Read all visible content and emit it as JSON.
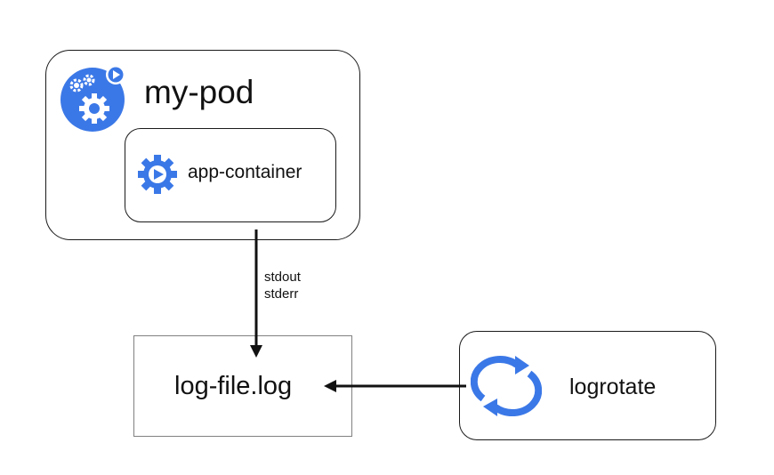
{
  "pod": {
    "name": "my-pod",
    "icon": "pod-gears-icon"
  },
  "container": {
    "name": "app-container",
    "icon": "container-gear-icon"
  },
  "log_file": {
    "name": "log-file.log"
  },
  "logrotate": {
    "name": "logrotate",
    "icon": "rotate-arrows-icon"
  },
  "streams": {
    "stdout": "stdout",
    "stderr": "stderr"
  },
  "colors": {
    "accent": "#3b78e7",
    "border": "#1a1a1a",
    "file_border": "#808080"
  }
}
